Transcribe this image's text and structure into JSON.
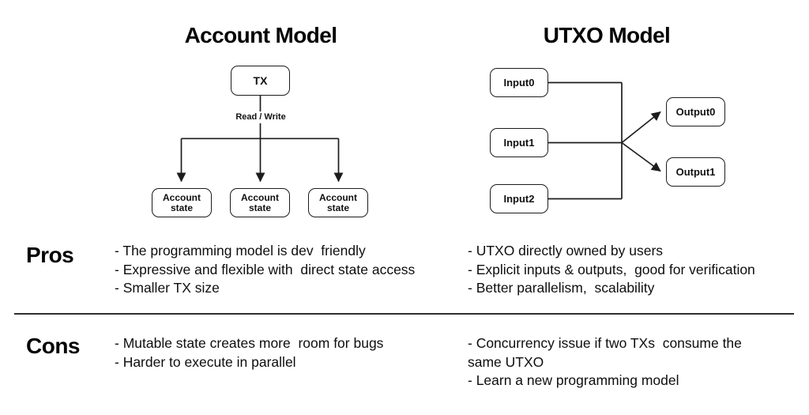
{
  "left_panel": {
    "title": "Account Model",
    "tx_box": "TX",
    "edge_label": "Read / Write",
    "state_boxes": [
      "Account\nstate",
      "Account\nstate",
      "Account\nstate"
    ]
  },
  "right_panel": {
    "title": "UTXO Model",
    "input_boxes": [
      "Input0",
      "Input1",
      "Input2"
    ],
    "output_boxes": [
      "Output0",
      "Output1"
    ]
  },
  "pros": {
    "heading": "Pros",
    "account_items": [
      "- The programming model is dev  friendly",
      "- Expressive and flexible with  direct state access",
      "- Smaller TX size"
    ],
    "utxo_items": [
      "- UTXO directly owned by users",
      "- Explicit inputs & outputs,  good for verification",
      "- Better parallelism,  scalability"
    ]
  },
  "cons": {
    "heading": "Cons",
    "account_items": [
      "- Mutable state creates more  room for bugs",
      "- Harder to execute in parallel"
    ],
    "utxo_items": [
      "- Concurrency issue if two TXs  consume the",
      "same UTXO",
      "- Learn a new programming model"
    ]
  },
  "colors": {
    "stroke": "#1c1c1c",
    "text": "#0e0e0e",
    "background": "#ffffff",
    "divider": "#2e2e2e"
  }
}
